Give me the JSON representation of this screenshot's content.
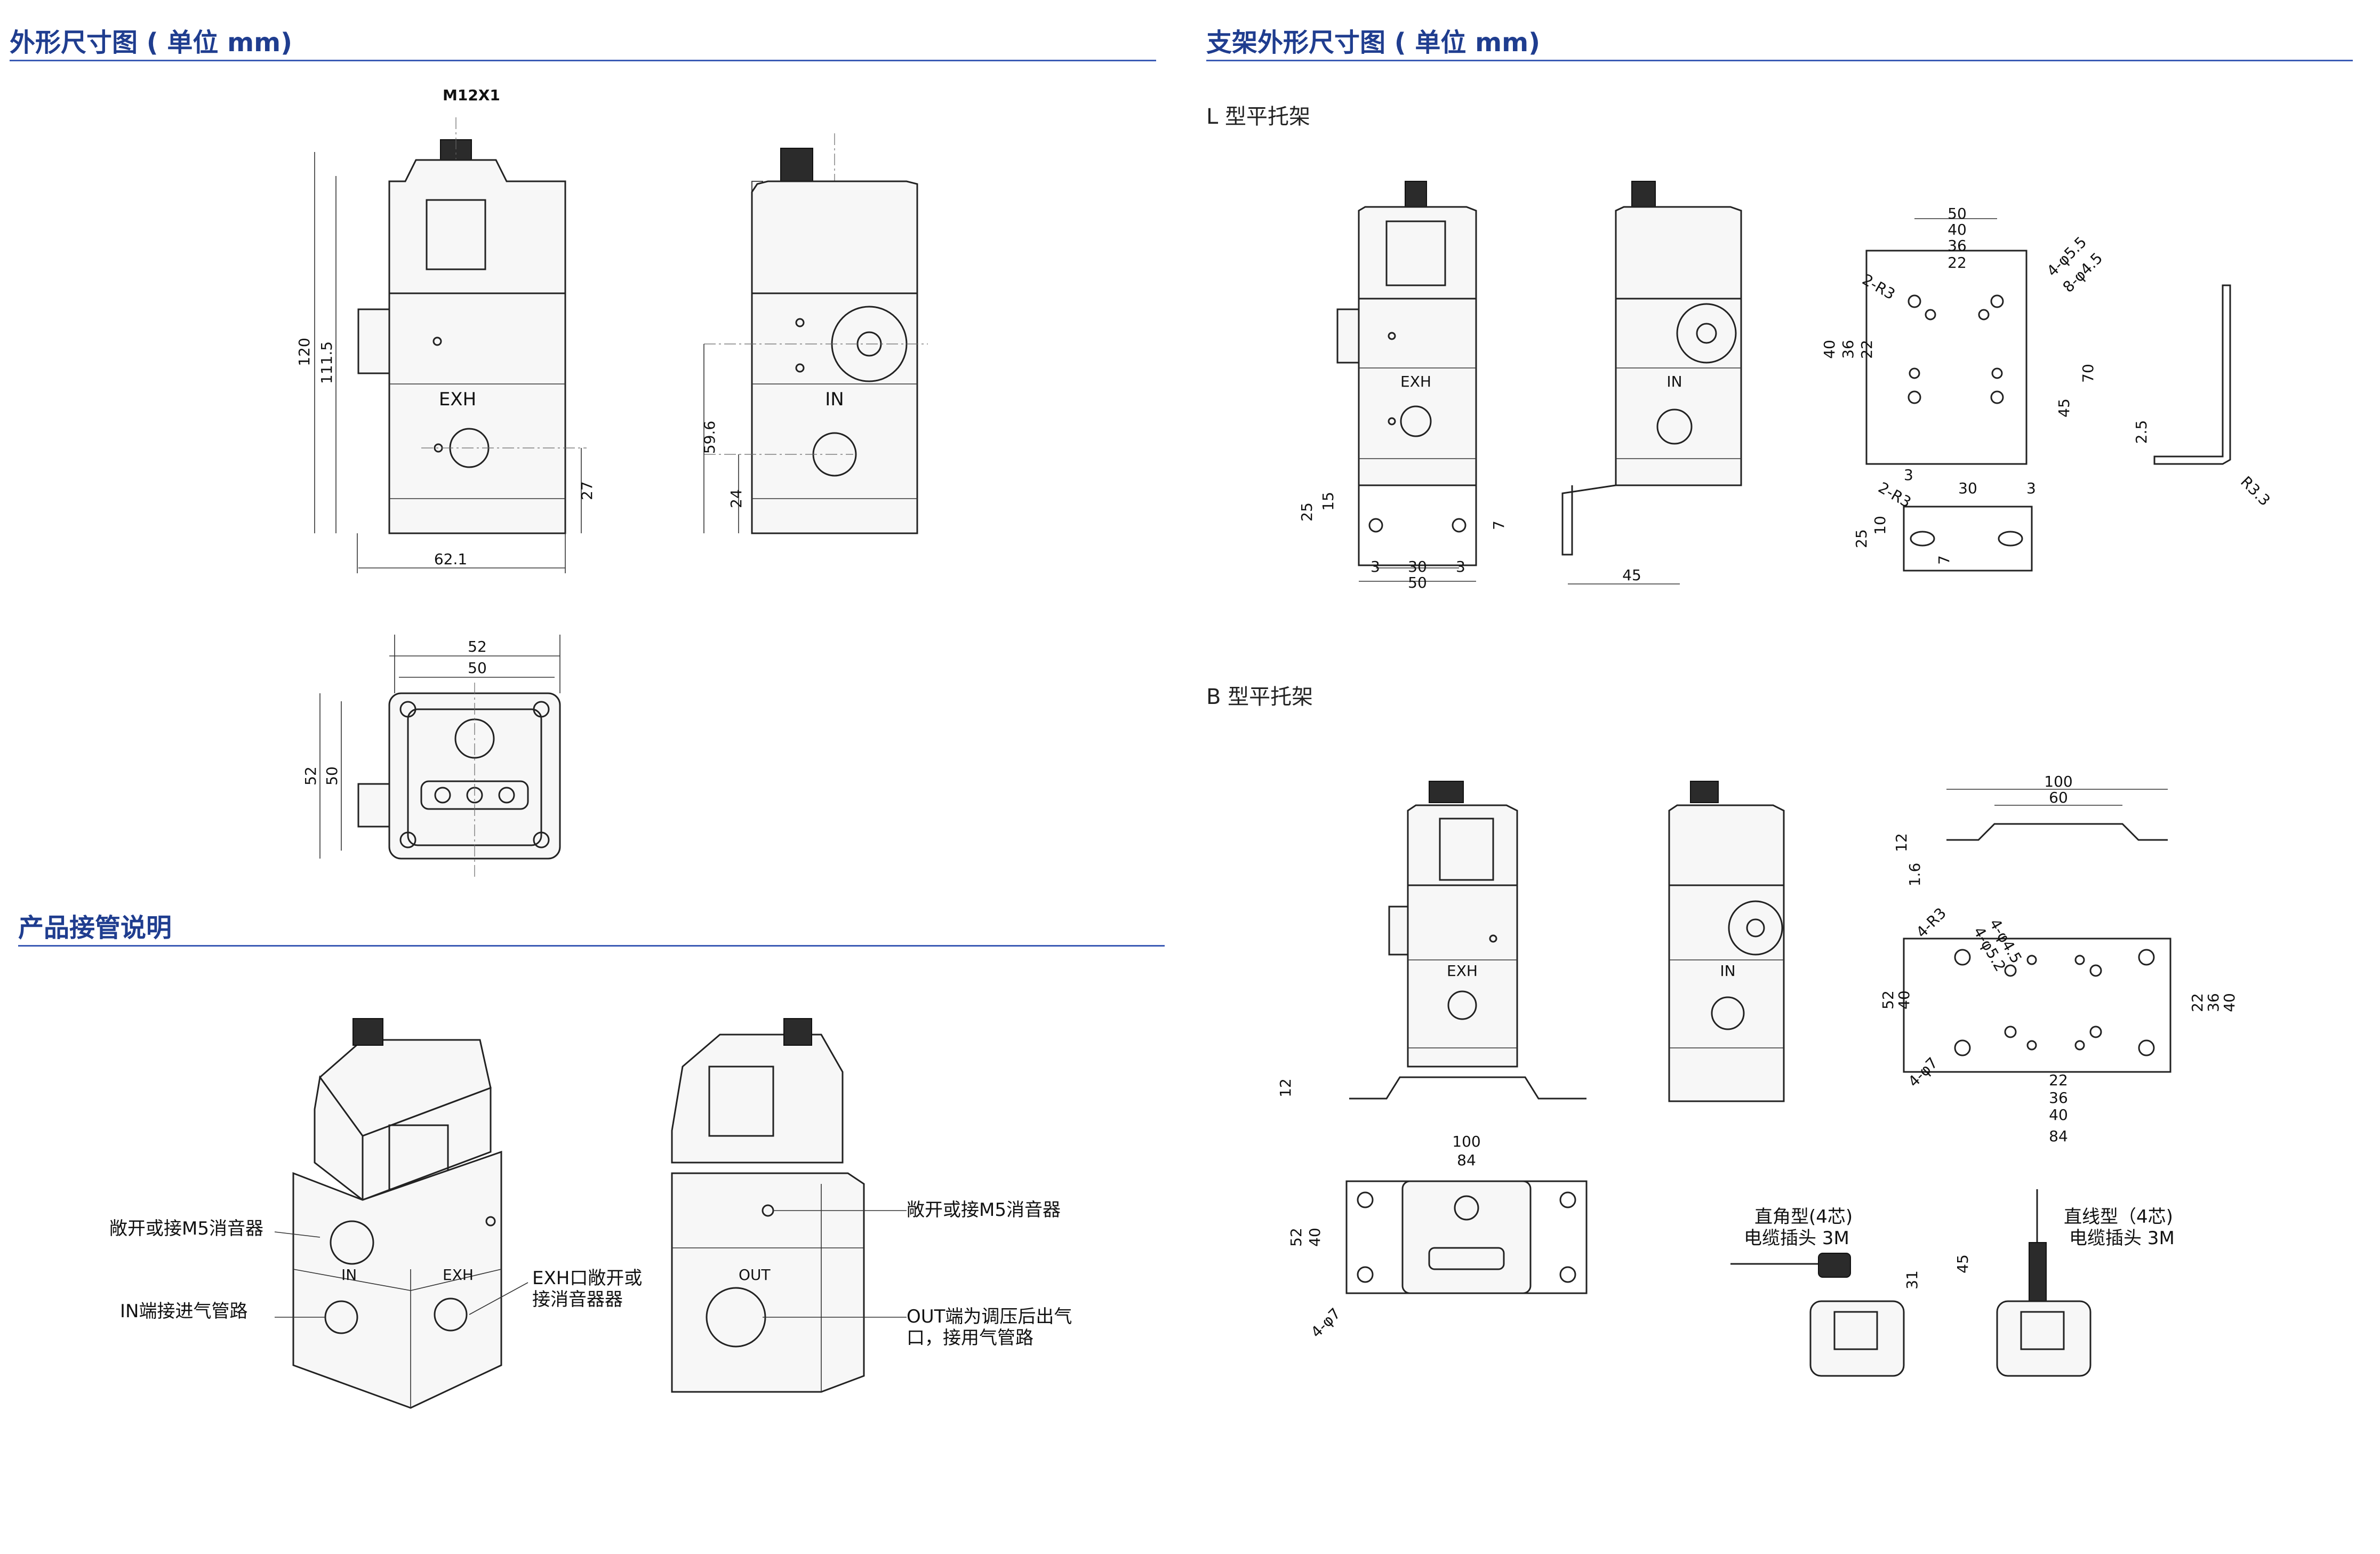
{
  "sections": {
    "outline": "外形尺寸图 ( 单位 mm)",
    "bracket": "支架外形尺寸图 ( 单位 mm)",
    "piping": "产品接管说明",
    "l_bracket": "L 型平托架",
    "b_bracket": "B 型平托架"
  },
  "labels": {
    "m12": "M12X1",
    "exh": "EXH",
    "in": "IN",
    "out": "OUT"
  },
  "dims": {
    "d120": "120",
    "d111_5": "111.5",
    "d27": "27",
    "d62_1": "62.1",
    "d59_6": "59.6",
    "d24": "24",
    "d52": "52",
    "d50": "50",
    "d25": "25",
    "d15": "15",
    "d7": "7",
    "d3": "3",
    "d30": "30",
    "d45": "45",
    "d40": "40",
    "d36": "36",
    "d22": "22",
    "d70": "70",
    "d2_5": "2.5",
    "r3": "2-R3",
    "r3_3": "R3.3",
    "phi5_5": "4-φ5.5",
    "phi4_5": "8-φ4.5",
    "d10": "10",
    "d100": "100",
    "d60": "60",
    "d12": "12",
    "d1_6": "1.6",
    "r3b": "4-R3",
    "phi4_5b": "4-φ4.5",
    "phi5_2": "4-φ5.2",
    "phi7": "4-φ7",
    "d84": "84",
    "d31": "31"
  },
  "piping": {
    "mute1": "敞开或接M5消音器",
    "in_pipe": "IN端接进气管路",
    "exh_mute_l1": "EXH口敞开或",
    "exh_mute_l2": "接消音器器",
    "mute2": "敞开或接M5消音器",
    "out_l1": "OUT端为调压后出气",
    "out_l2": "口，接用气管路"
  },
  "cables": {
    "angle_l1": "直角型(4芯)",
    "angle_l2": "电缆插头 3M",
    "straight_l1": "直线型（4芯)",
    "straight_l2": "电缆插头 3M"
  }
}
